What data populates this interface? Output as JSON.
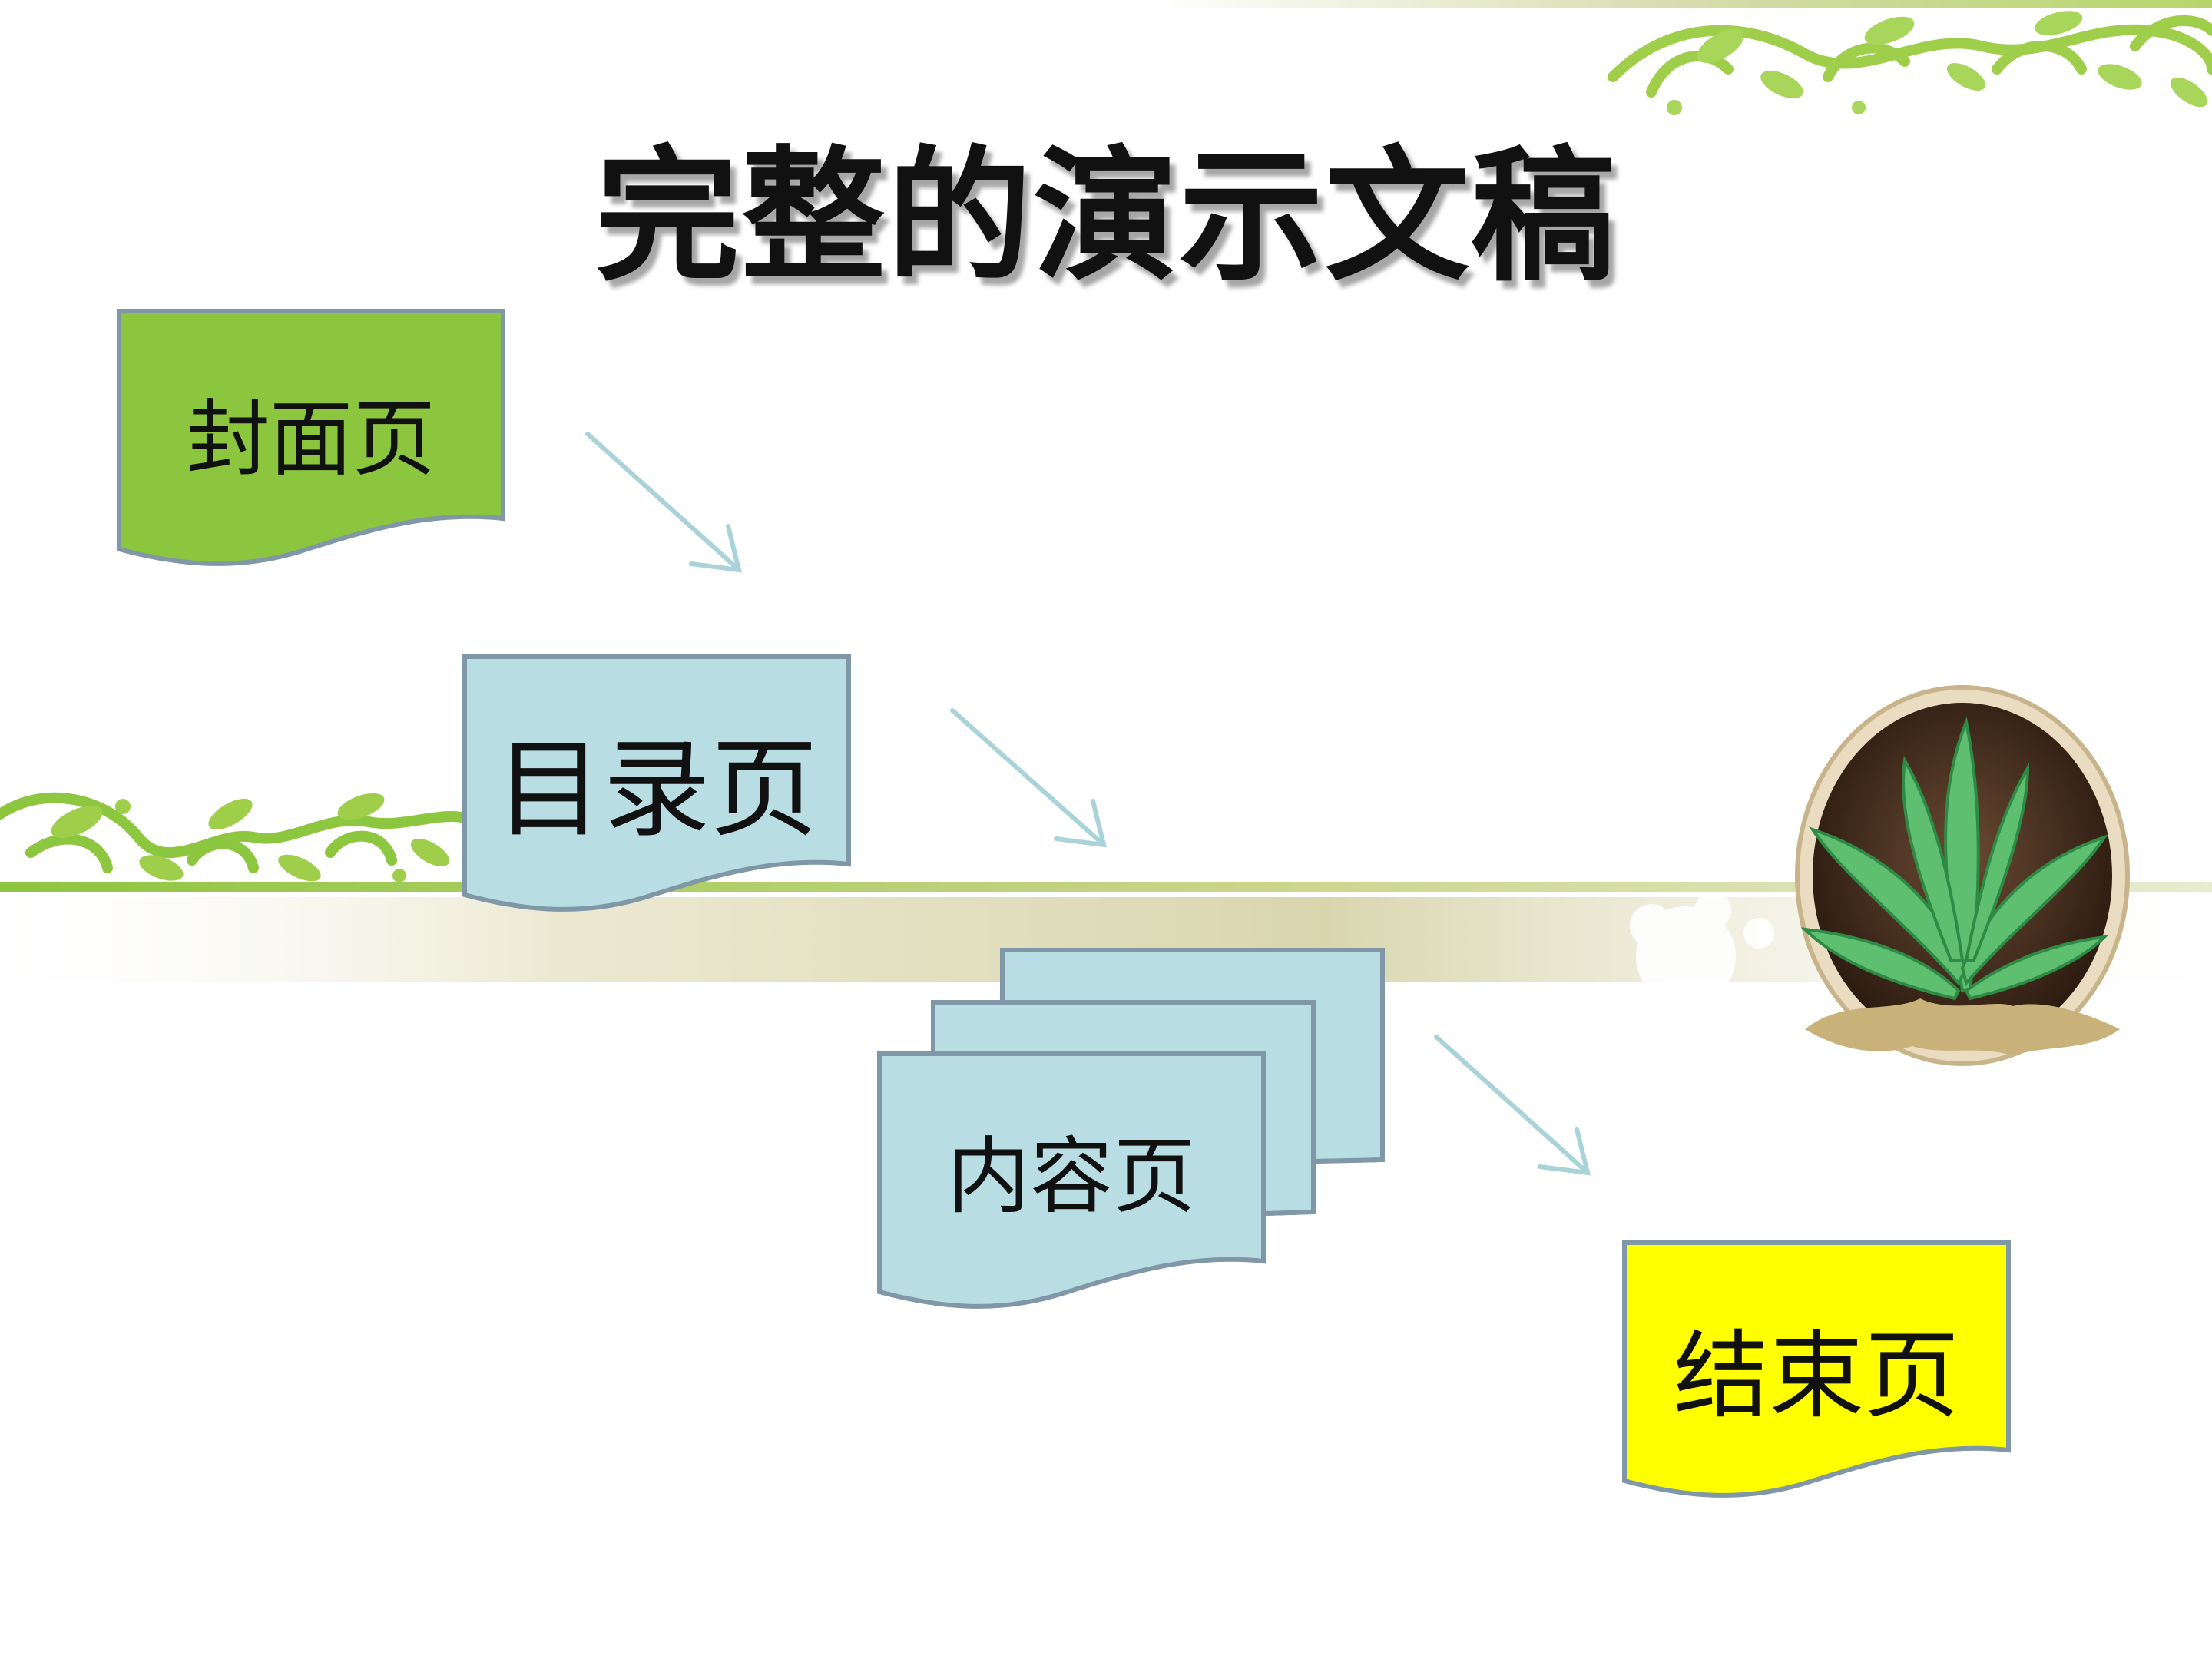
{
  "slide": {
    "title": "完整的演示文稿"
  },
  "flow": {
    "nodes": [
      {
        "id": "cover",
        "label": "封面页",
        "color": "#8CC63F"
      },
      {
        "id": "toc",
        "label": "目录页",
        "color": "#B8DDE3"
      },
      {
        "id": "content",
        "label": "内容页",
        "color": "#B8DDE3",
        "stacked": true
      },
      {
        "id": "end",
        "label": "结束页",
        "color": "#FFFF00"
      }
    ],
    "edges": [
      {
        "from": "cover",
        "to": "toc"
      },
      {
        "from": "toc",
        "to": "content"
      },
      {
        "from": "content",
        "to": "end"
      }
    ],
    "arrow_color": "#A9D3D8",
    "border_color": "#7F97A6"
  },
  "decor": {
    "vine_color": "#8DC63F",
    "band_color": "#E3E2C2",
    "icons": [
      "vine-ornament-icon",
      "plant-photo-icon"
    ]
  }
}
